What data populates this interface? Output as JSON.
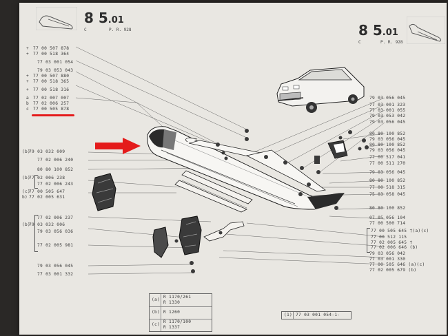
{
  "header": {
    "left": {
      "number": "8 5",
      "suffix": ".01",
      "letter": "C",
      "ref": "P. R. 928"
    },
    "right": {
      "number": "8 5",
      "suffix": ".01",
      "letter": "C",
      "ref": "P. R. 928"
    }
  },
  "left_codes": [
    {
      "prefix": "+",
      "text": "77 00 507 878"
    },
    {
      "prefix": "+",
      "text": "77 00 518 364"
    },
    {
      "prefix": "",
      "text": "77 03 001 054"
    },
    {
      "prefix": "",
      "text": "79 03 053 043"
    },
    {
      "prefix": "+",
      "text": "77 00 507 880"
    },
    {
      "prefix": "+",
      "text": "77 00 518 365"
    },
    {
      "prefix": "+",
      "text": "77 00 518 316"
    },
    {
      "prefix": "a",
      "text": "77 02 007 007"
    },
    {
      "prefix": "b",
      "text": "77 02 006 257"
    },
    {
      "prefix": "c",
      "text": "77 00 505 878"
    },
    {
      "prefix": "(b)",
      "text": "79 03 032 009"
    },
    {
      "prefix": "",
      "text": "77 02 006 240"
    },
    {
      "prefix": "",
      "text": "80 80 100 852"
    },
    {
      "prefix": "(b)",
      "text": "77 02 006 238"
    },
    {
      "prefix": "",
      "text": "77 02 006 243"
    },
    {
      "prefix": "(c)",
      "text": "77 00 505 647"
    },
    {
      "prefix": "b)",
      "text": "77 02 005 631"
    },
    {
      "prefix": "",
      "text": "77 02 006 237"
    },
    {
      "prefix": "(b)",
      "text": "79 03 032 006"
    },
    {
      "prefix": "",
      "text": "79 03 056 036"
    },
    {
      "prefix": "",
      "text": "77 02 005 981"
    },
    {
      "prefix": "",
      "text": "79 03 056 045"
    },
    {
      "prefix": "",
      "text": "77 03 001 332"
    }
  ],
  "right_codes": [
    {
      "text": "79 03 056 045"
    },
    {
      "text": "77 03 001 323"
    },
    {
      "text": "77 03 001 055"
    },
    {
      "text": "79 03 053 042"
    },
    {
      "text": "79 03 056 045"
    },
    {
      "text": "80 80 100 852"
    },
    {
      "text": "79 03 056 045"
    },
    {
      "text": "80 80 100 852"
    },
    {
      "text": "79 03 056 045"
    },
    {
      "text": "77 00 517 041"
    },
    {
      "text": "77 00 511 270"
    },
    {
      "text": "79 03 056 045"
    },
    {
      "text": "80 80 100 852"
    },
    {
      "text": "77 00 518 315"
    },
    {
      "text": "75 03 058 045"
    },
    {
      "text": "80 80 100 852"
    },
    {
      "text": "07 05 056 104"
    },
    {
      "text": "77 00 500 714"
    },
    {
      "text": "77 00 505 645 †(a)(c)"
    },
    {
      "text": "77 00 512 115"
    },
    {
      "text": "77 02 005 645 †"
    },
    {
      "text": "77 02 006 646 (b)"
    },
    {
      "text": "79 03 056 042"
    },
    {
      "text": "77 03 001 330"
    },
    {
      "text": "77 00 505 646 (a)(c)"
    },
    {
      "text": "77 02 005 679 (b)"
    }
  ],
  "legend": [
    {
      "key": "(a)",
      "lines": [
        "R 1170/261",
        "R 1330"
      ]
    },
    {
      "key": "(b)",
      "lines": [
        "R 1260"
      ]
    },
    {
      "key": "(c)",
      "lines": [
        "R 1170/100",
        "R 1337"
      ]
    }
  ],
  "footnote": {
    "key": "(1)",
    "text": "77 03 001 054-1-"
  },
  "colors": {
    "paper": "#e9e7e2",
    "ink": "#3a3a3a",
    "highlight": "#e41b1b",
    "bumper": "#2b2b2b"
  }
}
